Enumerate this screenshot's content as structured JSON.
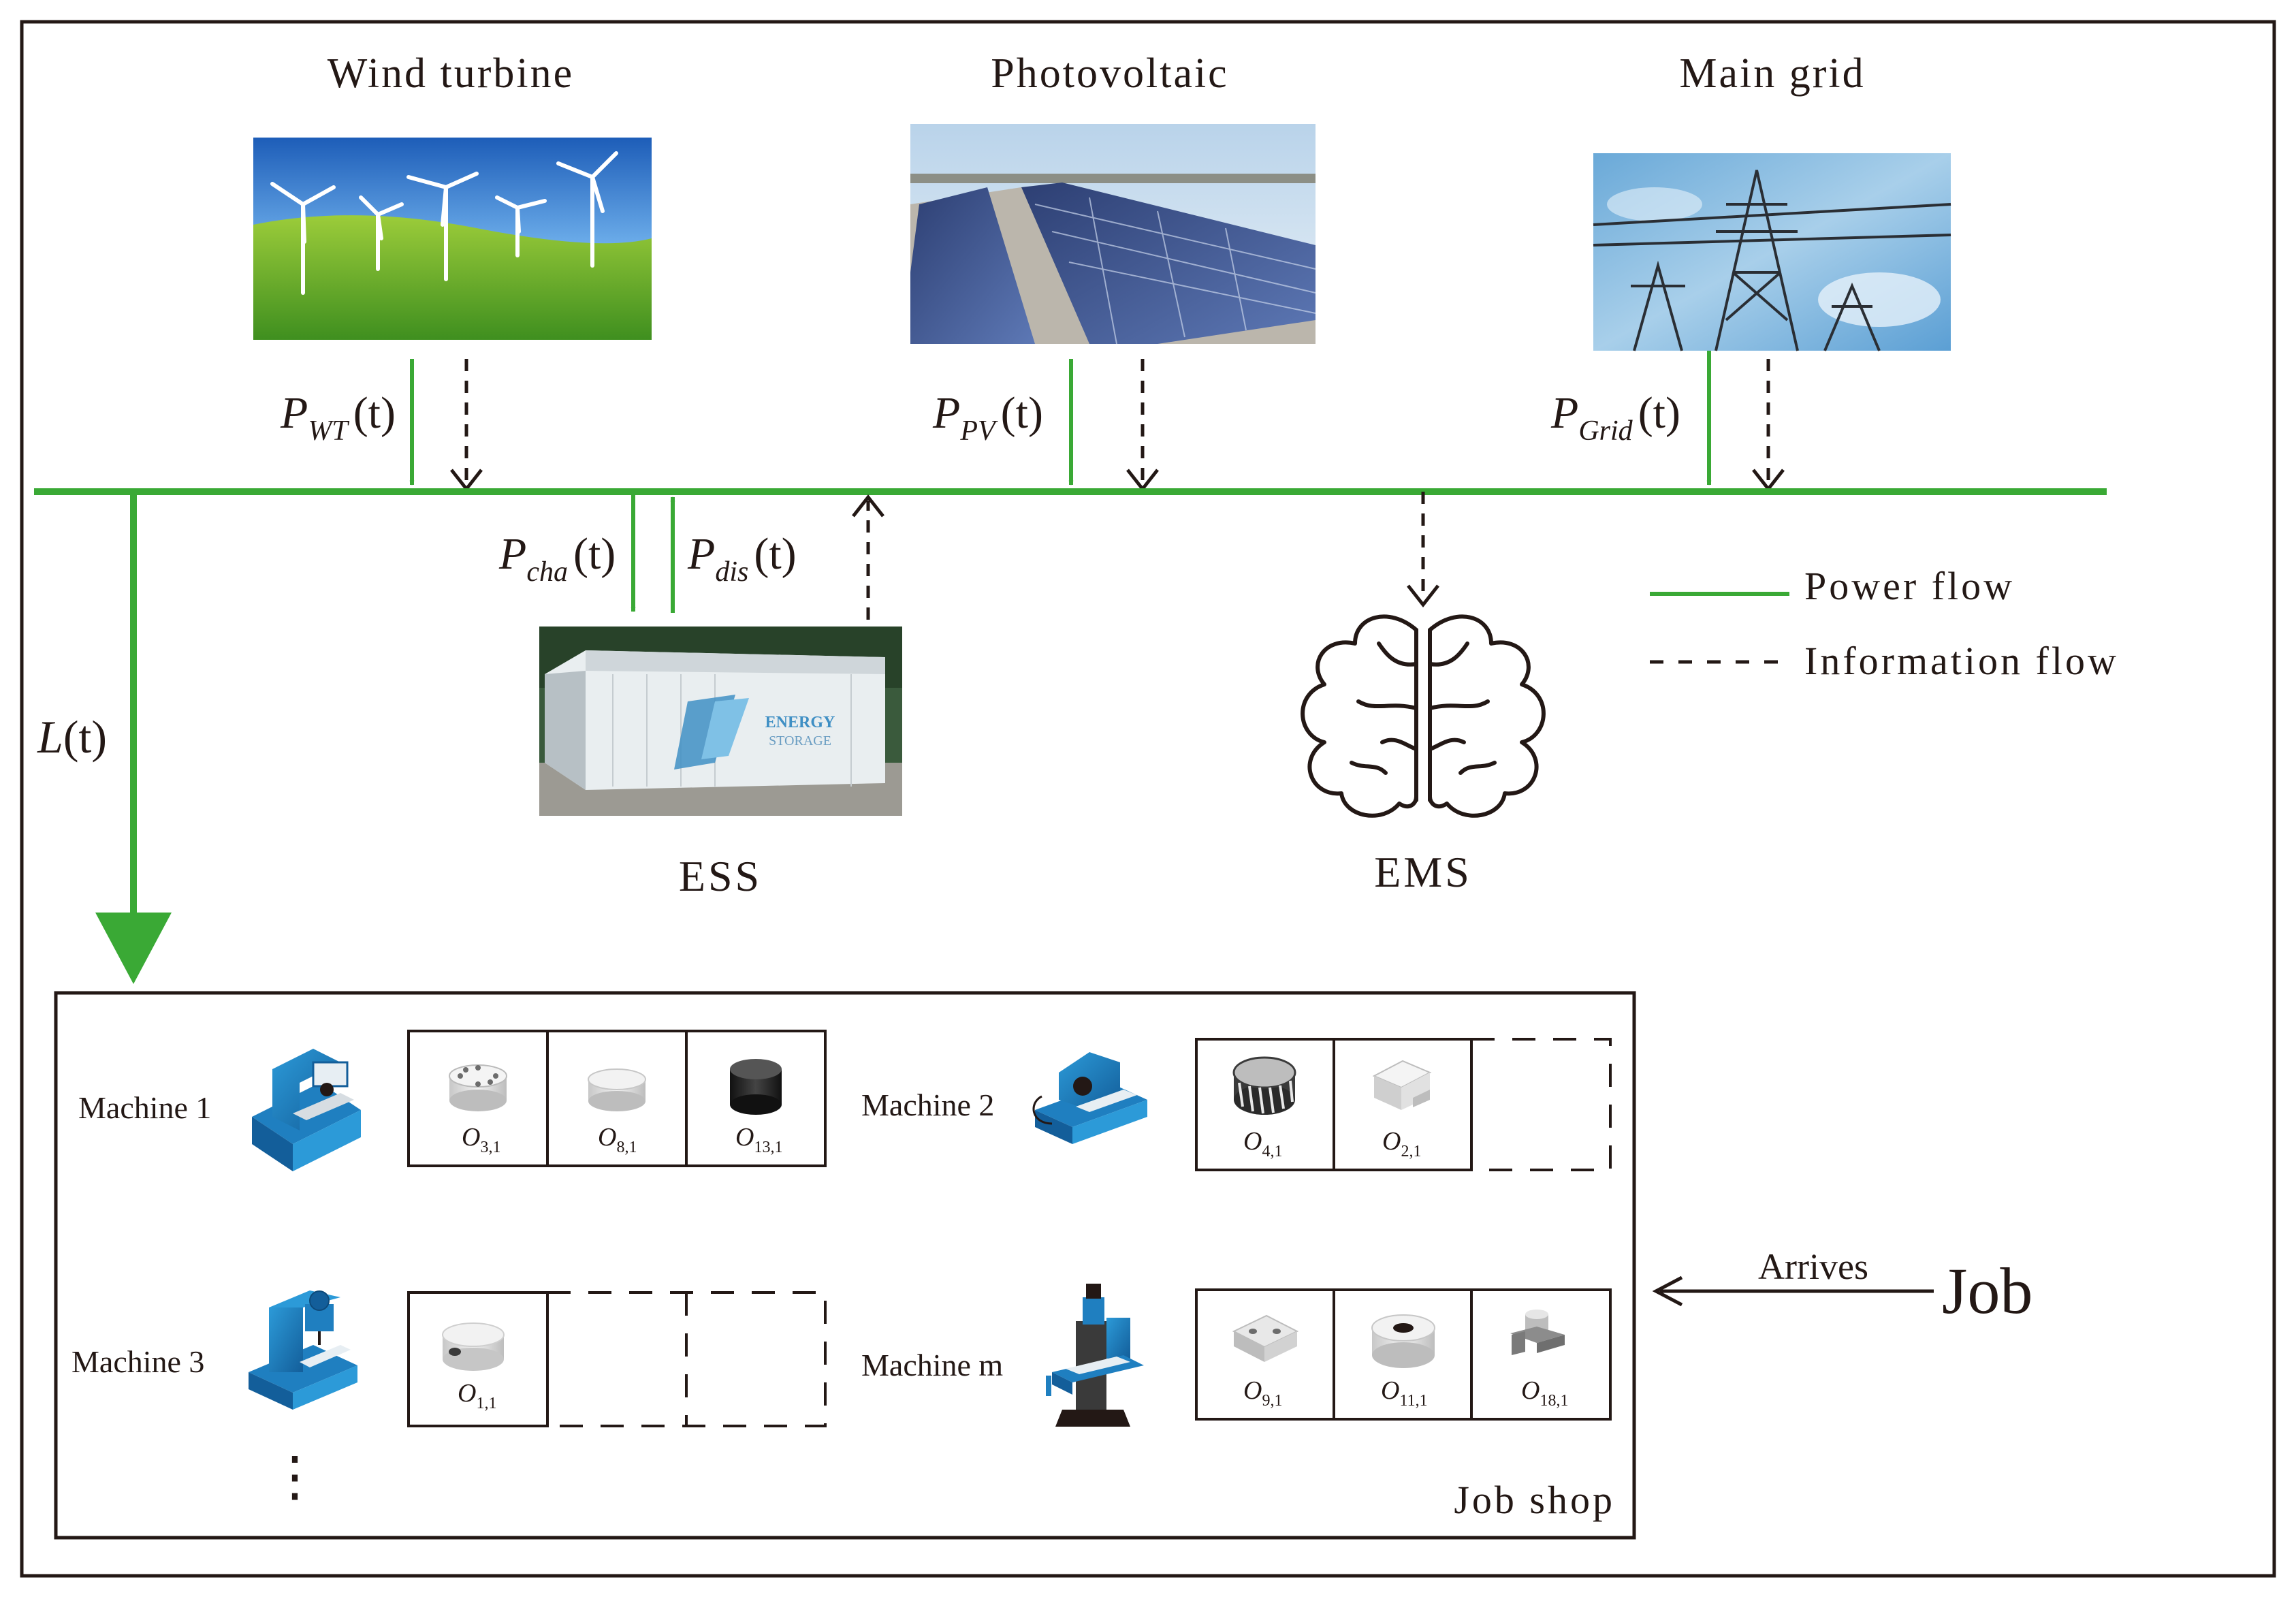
{
  "sources": {
    "wind": {
      "title": "Wind turbine",
      "sym_main": "P",
      "sym_sub": "WT",
      "sym_arg": "(t)"
    },
    "pv": {
      "title": "Photovoltaic",
      "sym_main": "P",
      "sym_sub": "PV",
      "sym_arg": "(t)"
    },
    "grid": {
      "title": "Main grid",
      "sym_main": "P",
      "sym_sub": "Grid",
      "sym_arg": "(t)"
    }
  },
  "ess": {
    "label": "ESS",
    "cha_main": "P",
    "cha_sub": "cha",
    "cha_arg": "(t)",
    "dis_main": "P",
    "dis_sub": "dis",
    "dis_arg": "(t)",
    "sign_line1": "ENERGY",
    "sign_line2": "STORAGE"
  },
  "ems": {
    "label": "EMS"
  },
  "load": {
    "main": "L",
    "arg": "(t)"
  },
  "legend": {
    "power": "Power flow",
    "info": "Information flow"
  },
  "colors": {
    "power": "#3aa935",
    "info": "#231815",
    "machine": "#1f7fc0",
    "frame": "#231815"
  },
  "job_shop": {
    "label": "Job shop",
    "machines": [
      {
        "name": "Machine 1",
        "icon": "milling-machine-icon",
        "ops": [
          {
            "main": "O",
            "sub": "3,1",
            "part": "flange-disk"
          },
          {
            "main": "O",
            "sub": "8,1",
            "part": "plain-disk"
          },
          {
            "main": "O",
            "sub": "13,1",
            "part": "dark-cylinder"
          }
        ]
      },
      {
        "name": "Machine 2",
        "icon": "lathe-icon",
        "ops": [
          {
            "main": "O",
            "sub": "4,1",
            "part": "gear"
          },
          {
            "main": "O",
            "sub": "2,1",
            "part": "stepped-block"
          }
        ]
      },
      {
        "name": "Machine 3",
        "icon": "drill-press-icon",
        "ops": [
          {
            "main": "O",
            "sub": "1,1",
            "part": "slotted-disk"
          }
        ]
      },
      {
        "name": "Machine m",
        "icon": "vertical-mill-icon",
        "ops": [
          {
            "main": "O",
            "sub": "9,1",
            "part": "holed-block"
          },
          {
            "main": "O",
            "sub": "11,1",
            "part": "ring"
          },
          {
            "main": "O",
            "sub": "18,1",
            "part": "bracket"
          }
        ]
      }
    ],
    "ellipsis": "⋮"
  },
  "job": {
    "label": "Job",
    "arrow_label": "Arrives"
  }
}
